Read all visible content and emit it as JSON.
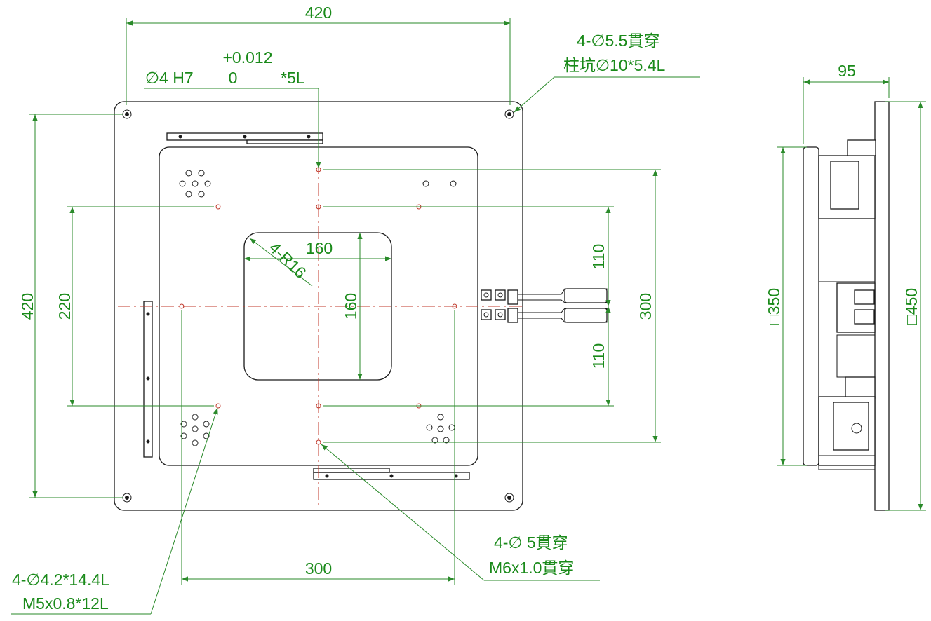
{
  "dimensions": {
    "top_width": "420",
    "tol_upper": "+0.012",
    "tol_lower": "0",
    "pin_hole_prefix": "∅4 H7",
    "pin_hole_suffix": "*5L",
    "mount_hole_line1": "4-∅5.5貫穿",
    "mount_hole_line2": "柱坑∅10*5.4L",
    "left_height": "420",
    "left_inner_height": "220",
    "center_width": "160",
    "center_height": "160",
    "corner_radius": "4-R16",
    "right_upper": "110",
    "right_lower": "110",
    "right_total": "300",
    "bottom_width": "300",
    "through_hole_line1": "4-∅ 5貫穿",
    "through_hole_line2": "M6x1.0貫穿",
    "tap_hole_line1": "4-∅4.2*14.4L",
    "tap_hole_line2": "M5x0.8*12L",
    "side_depth": "95",
    "side_inner": "□350",
    "side_outer": "□450"
  },
  "colors": {
    "dimension": "#1a8a1a",
    "center_line": "#c0392b",
    "outline": "#1a1a1a"
  }
}
